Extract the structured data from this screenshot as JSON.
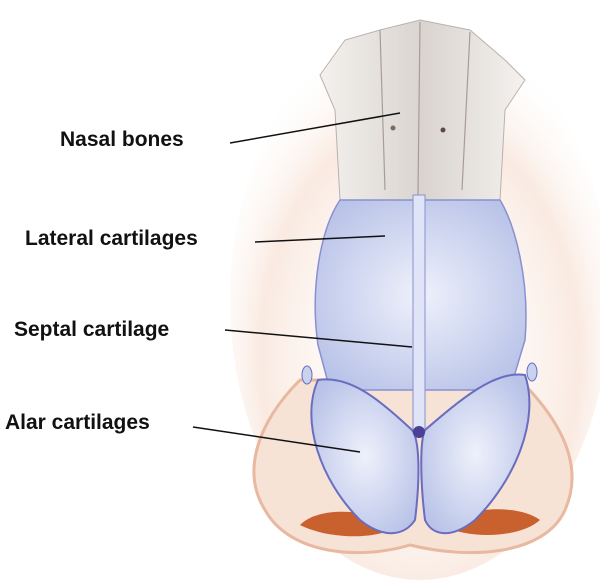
{
  "labels": {
    "nasal_bones": "Nasal bones",
    "lateral_cartilages": "Lateral cartilages",
    "septal_cartilage": "Septal cartilage",
    "alar_cartilages": "Alar cartilages"
  },
  "colors": {
    "cartilage": "#c9d3ee",
    "cartilage_edge": "#6a6cc0",
    "skin": "#f1c9b4",
    "nostril": "#c8612e",
    "bone": "#ebe6e1"
  }
}
